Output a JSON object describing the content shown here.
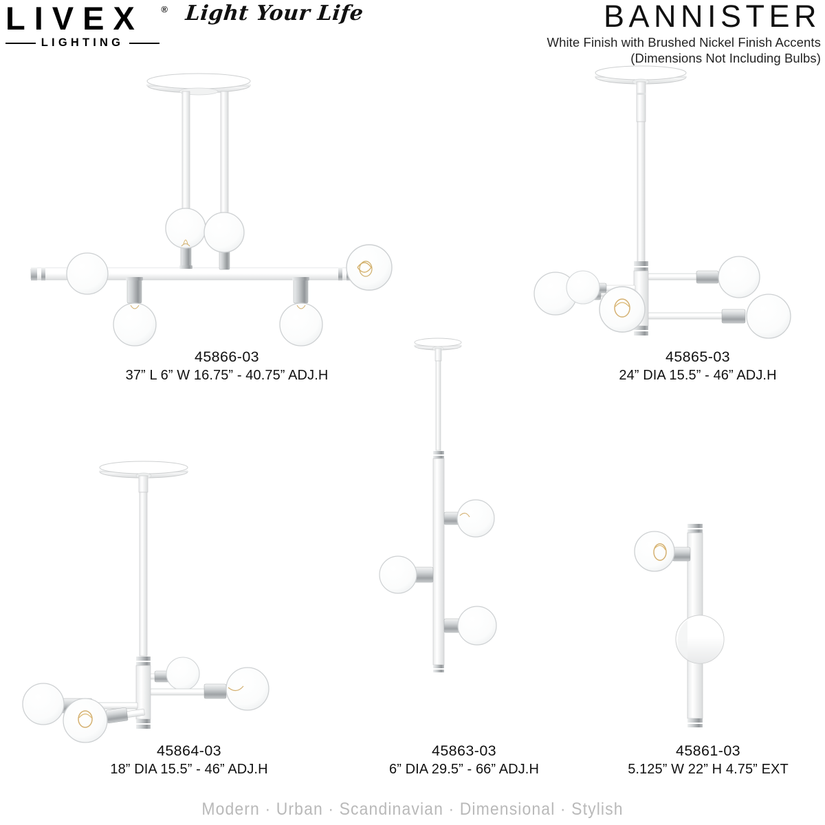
{
  "header": {
    "brand_word": "LIVEX",
    "brand_registered": "®",
    "brand_sub": "LIGHTING",
    "tagline": "Light Your Life",
    "collection_name": "BANNISTER",
    "finish_line": "White Finish with Brushed Nickel Finish Accents",
    "dimensions_note": "(Dimensions Not Including Bulbs)"
  },
  "products": [
    {
      "sku": "45866-03",
      "dims": "37” L  6” W  16.75” - 40.75” ADJ.H",
      "type": "linear-6-light-island-chandelier"
    },
    {
      "sku": "45865-03",
      "dims": "24” DIA  15.5” - 46” ADJ.H",
      "type": "5-light-sputnik-chandelier"
    },
    {
      "sku": "45864-03",
      "dims": "18” DIA  15.5” - 46” ADJ.H",
      "type": "4-light-sputnik-chandelier"
    },
    {
      "sku": "45863-03",
      "dims": "6” DIA  29.5” - 66” ADJ.H",
      "type": "3-light-vertical-pendant"
    },
    {
      "sku": "45861-03",
      "dims": "5.125” W  22” H  4.75” EXT",
      "type": "1-light-wall-sconce"
    }
  ],
  "footer": {
    "keywords": "Modern  ·  Urban  ·  Scandinavian  ·  Dimensional  ·  Stylish"
  },
  "colors": {
    "background": "#ffffff",
    "text": "#111111",
    "footer_text": "#b9b9b9",
    "white_finish": "#ffffff",
    "white_finish_shade": "#e6e7e8",
    "white_finish_line": "#c9cbcc",
    "nickel_light": "#f2f3f3",
    "nickel_mid": "#c3c6c8",
    "nickel_dark": "#8e9295",
    "glass_outline": "#cfd2d4",
    "filament": "#d8b36a"
  }
}
